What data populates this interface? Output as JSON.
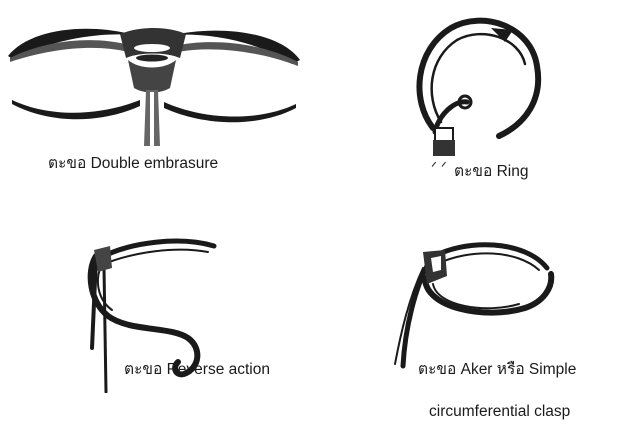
{
  "figures": {
    "double_embrasure": {
      "icon": "double-embrasure-clasp-drawing",
      "caption": "ตะขอ Double embrasure"
    },
    "ring": {
      "icon": "ring-clasp-drawing",
      "caption": "ตะขอ Ring"
    },
    "reverse_action": {
      "icon": "reverse-action-clasp-drawing",
      "caption": "ตะขอ Reverse action"
    },
    "aker": {
      "icon": "aker-clasp-drawing",
      "caption": "ตะขอ Aker หรือ Simple",
      "caption_line2": "circumferential clasp"
    }
  },
  "stroke_color": "#1a1a1a"
}
